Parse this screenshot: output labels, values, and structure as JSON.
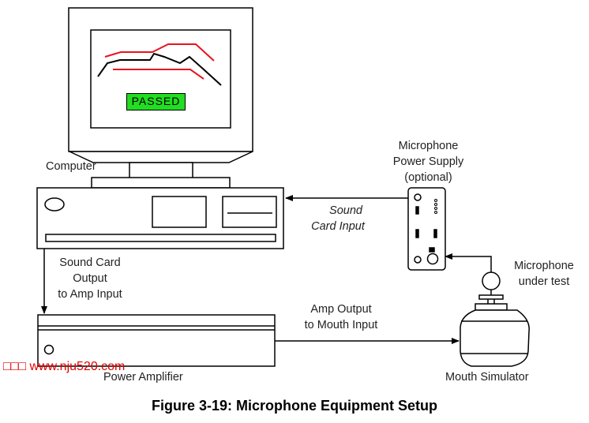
{
  "screen_status": "PASSED",
  "labels": {
    "computer": "Computer",
    "mic_power_supply": [
      "Microphone",
      "Power Supply",
      "(optional)"
    ],
    "sound_card_input": [
      "Sound",
      "Card Input"
    ],
    "sound_card_output": [
      "Sound Card",
      "Output",
      "to Amp Input"
    ],
    "microphone_under_test": [
      "Microphone",
      "under test"
    ],
    "amp_output": [
      "Amp Output",
      "to Mouth Input"
    ],
    "power_amplifier": "Power Amplifier",
    "mouth_simulator": "Mouth Simulator"
  },
  "caption": "Figure  3-19:  Microphone Equipment Setup",
  "watermark": "□□□ www.nju520.com",
  "colors": {
    "graph_red": "#e8141e",
    "passed_green": "#22dd22",
    "watermark_red": "#e00000"
  }
}
